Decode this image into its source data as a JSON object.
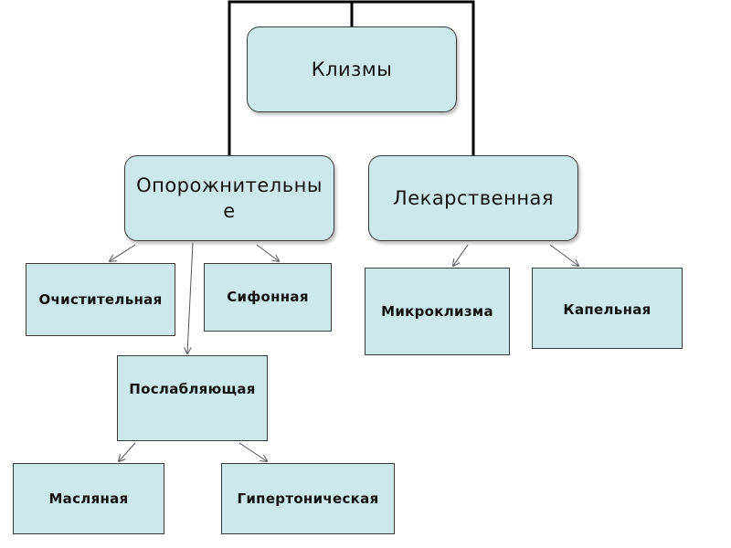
{
  "diagram": {
    "root": {
      "label": "Клизмы"
    },
    "branches": [
      {
        "label": "Опорожнительные",
        "children": [
          "Очистительная",
          "Сифонная",
          "Послабляющая"
        ],
        "grandchildren": [
          "Масляная",
          "Гипертоническая"
        ]
      },
      {
        "label": "Лекарственная",
        "children": [
          "Микроклизма",
          "Капельная"
        ]
      }
    ]
  },
  "colors": {
    "node_fill": "#cde8ea",
    "node_border": "#3a3a3a",
    "connector": "#000000",
    "arrow": "#555555"
  }
}
